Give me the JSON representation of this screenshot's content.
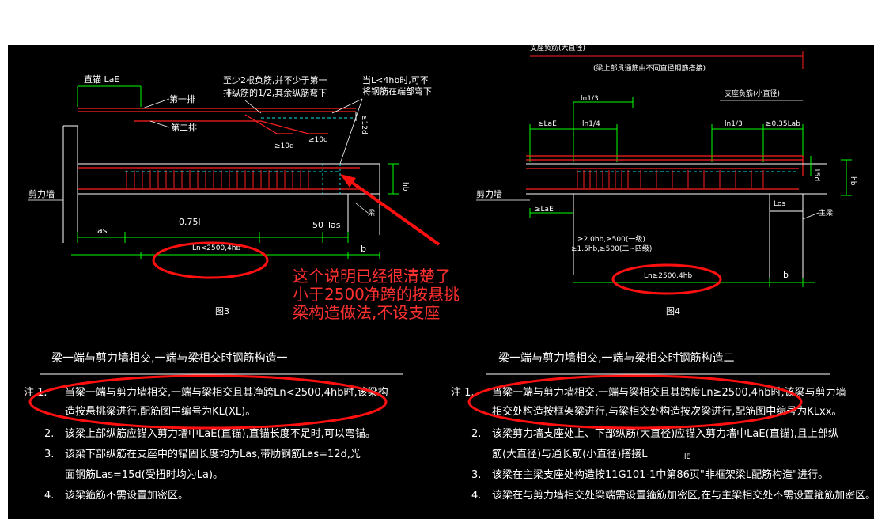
{
  "left": {
    "labels": {
      "anchor_straight": "直锚 LaE",
      "row1": "第一排",
      "row2": "第二排",
      "cutoff_note_1": "至少2根负筋,并不少于第一",
      "cutoff_note_2": "排纵筋的1/2,其余纵筋弯下",
      "cond_note_1": "当L<4hb时,可不",
      "cond_note_2": "将钢筋在端部弯下",
      "ten_d_1": "≥10d",
      "ten_d_2": "≥10d",
      "twelve_d": "≥12d",
      "hb": "hb",
      "shear_wall": "剪力墙",
      "las_left": "las",
      "quarter": "0.75l",
      "fifty": "50",
      "las_right": "las",
      "beam": "梁",
      "ln": "Ln<2500,4hb",
      "b": "b",
      "fig": "图3"
    },
    "section_title": "梁一端与剪力墙相交,一端与梁相交时钢筋构造一",
    "notes": [
      {
        "num": "注  1.",
        "lines": [
          "当梁一端与剪力墙相交,一端与梁相交且其净跨Ln<2500,4hb时,该梁构",
          "造按悬挑梁进行,配筋图中编号为KL(XL)。"
        ]
      },
      {
        "num": "2.",
        "lines": [
          "该梁上部纵筋应锚入剪力墙中LaE(直锚),直锚长度不足时,可以弯锚。"
        ]
      },
      {
        "num": "3.",
        "lines": [
          "该梁下部纵筋在支座中的锚固长度均为Las,带肋钢筋Las=12d,光",
          "面钢筋Las=15d(受扭时均为La)。"
        ]
      },
      {
        "num": "4.",
        "lines": [
          "该梁箍筋不需设置加密区。"
        ]
      }
    ]
  },
  "right": {
    "labels": {
      "top_cut": "支座负筋(大直径)",
      "top_note": "(梁上部贯通筋由不同直径钢筋搭接)",
      "support_neg_small": "支座负筋(小直径)",
      "ln13_a": "ln1/3",
      "lae_a": "≥LaE",
      "ln14": "ln1/4",
      "ln13_b": "ln1/3",
      "ge035": "≥0.35Lab",
      "fifteen_d": "15d",
      "hb": "hb",
      "shear_wall": "剪力墙",
      "lae_b": "≥LaE",
      "los": "Los",
      "main_beam": "主梁",
      "cond_1": "≥2.0hb,≥500(一级)",
      "cond_2": "≥1.5hb,≥500(二~四级)",
      "ln": "Ln≥2500,4hb",
      "b": "b",
      "fig": "图4"
    },
    "section_title": "梁一端与剪力墙相交,一端与梁相交时钢筋构造二",
    "notes": [
      {
        "num": "注  1.",
        "lines": [
          "当梁一端与剪力墙相交,一端与梁相交且其跨度Ln≥2500,4hb时,该梁与剪力墙",
          "相交处构造按框架梁进行,与梁相交处构造按次梁进行,配筋图中编号为KLxx。"
        ]
      },
      {
        "num": "2.",
        "lines": [
          "该梁剪力墙支座处上、下部纵筋(大直径)应锚入剪力墙中LaE(直锚),且上部纵",
          "筋(大直径)与通长筋(小直径)搭接L"
        ]
      },
      {
        "num": "3.",
        "lines": [
          "该梁在主梁支座处构造按11G101-1中第86页\"非框架梁L配筋构造\"进行。"
        ]
      },
      {
        "num": "4.",
        "lines": [
          "该梁在与剪力墙相交处梁端需设置箍筋加密区,在与主梁相交处不需设置箍筋加密区。"
        ]
      }
    ],
    "le_sub": "lE"
  },
  "annotation": {
    "lines": [
      "这个说明已经很清楚了",
      "小于2500净跨的按悬挑",
      "梁构造做法,不设支座"
    ]
  }
}
